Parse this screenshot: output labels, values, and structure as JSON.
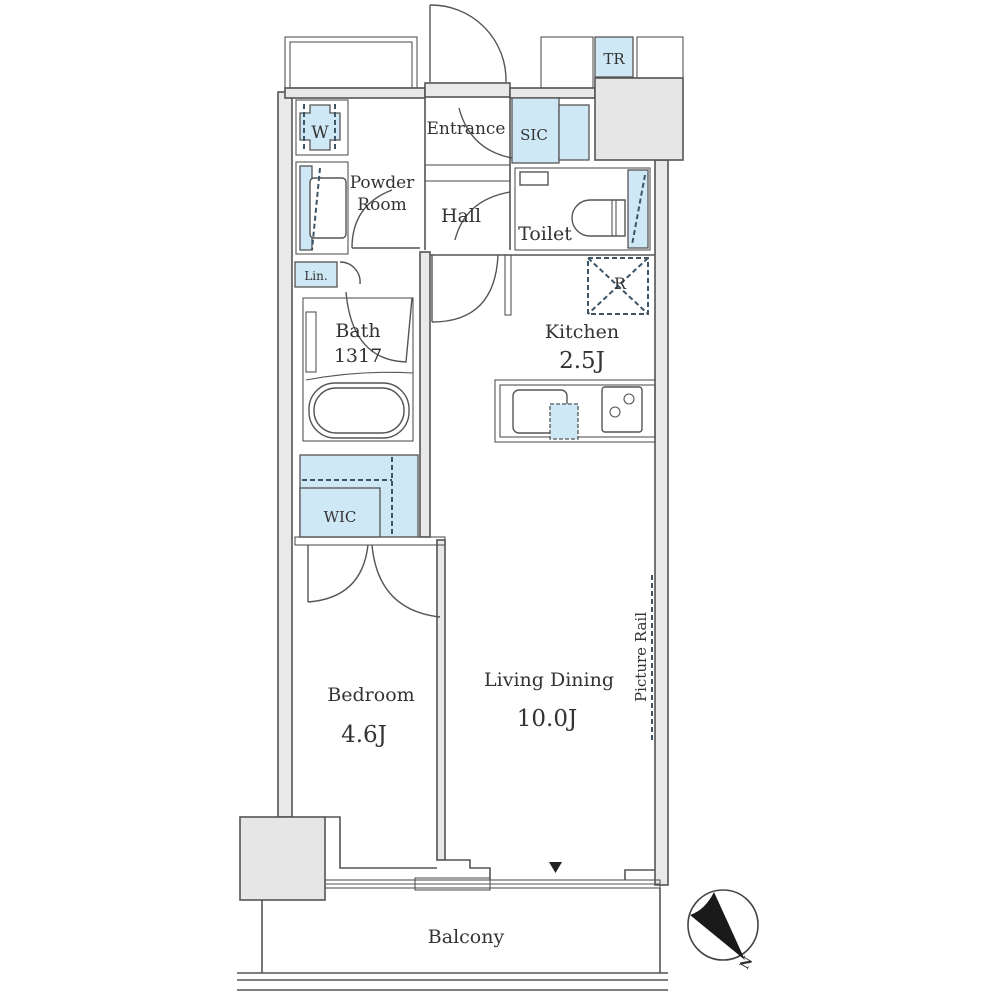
{
  "floor_plan": {
    "rooms": [
      {
        "id": "entrance",
        "label": "Entrance"
      },
      {
        "id": "sic",
        "label": "SIC"
      },
      {
        "id": "tr",
        "label": "TR"
      },
      {
        "id": "washer",
        "label": "W"
      },
      {
        "id": "powder_room",
        "label_line1": "Powder",
        "label_line2": "Room"
      },
      {
        "id": "hall",
        "label": "Hall"
      },
      {
        "id": "toilet",
        "label": "Toilet"
      },
      {
        "id": "linen",
        "label": "Lin."
      },
      {
        "id": "refrigerator",
        "label": "R"
      },
      {
        "id": "bath",
        "label": "Bath",
        "size": "1317"
      },
      {
        "id": "kitchen",
        "label": "Kitchen",
        "size": "2.5J"
      },
      {
        "id": "wic",
        "label": "WIC"
      },
      {
        "id": "bedroom",
        "label": "Bedroom",
        "size": "4.6J"
      },
      {
        "id": "living_dining",
        "label": "Living Dining",
        "size": "10.0J"
      },
      {
        "id": "balcony",
        "label": "Balcony"
      }
    ],
    "annotations": {
      "picture_rail": "Picture Rail",
      "compass_north": "N"
    },
    "colors": {
      "storage_fill": "#cfe8f6",
      "wall_fill": "#e9e9e9",
      "line": "#555555"
    }
  }
}
